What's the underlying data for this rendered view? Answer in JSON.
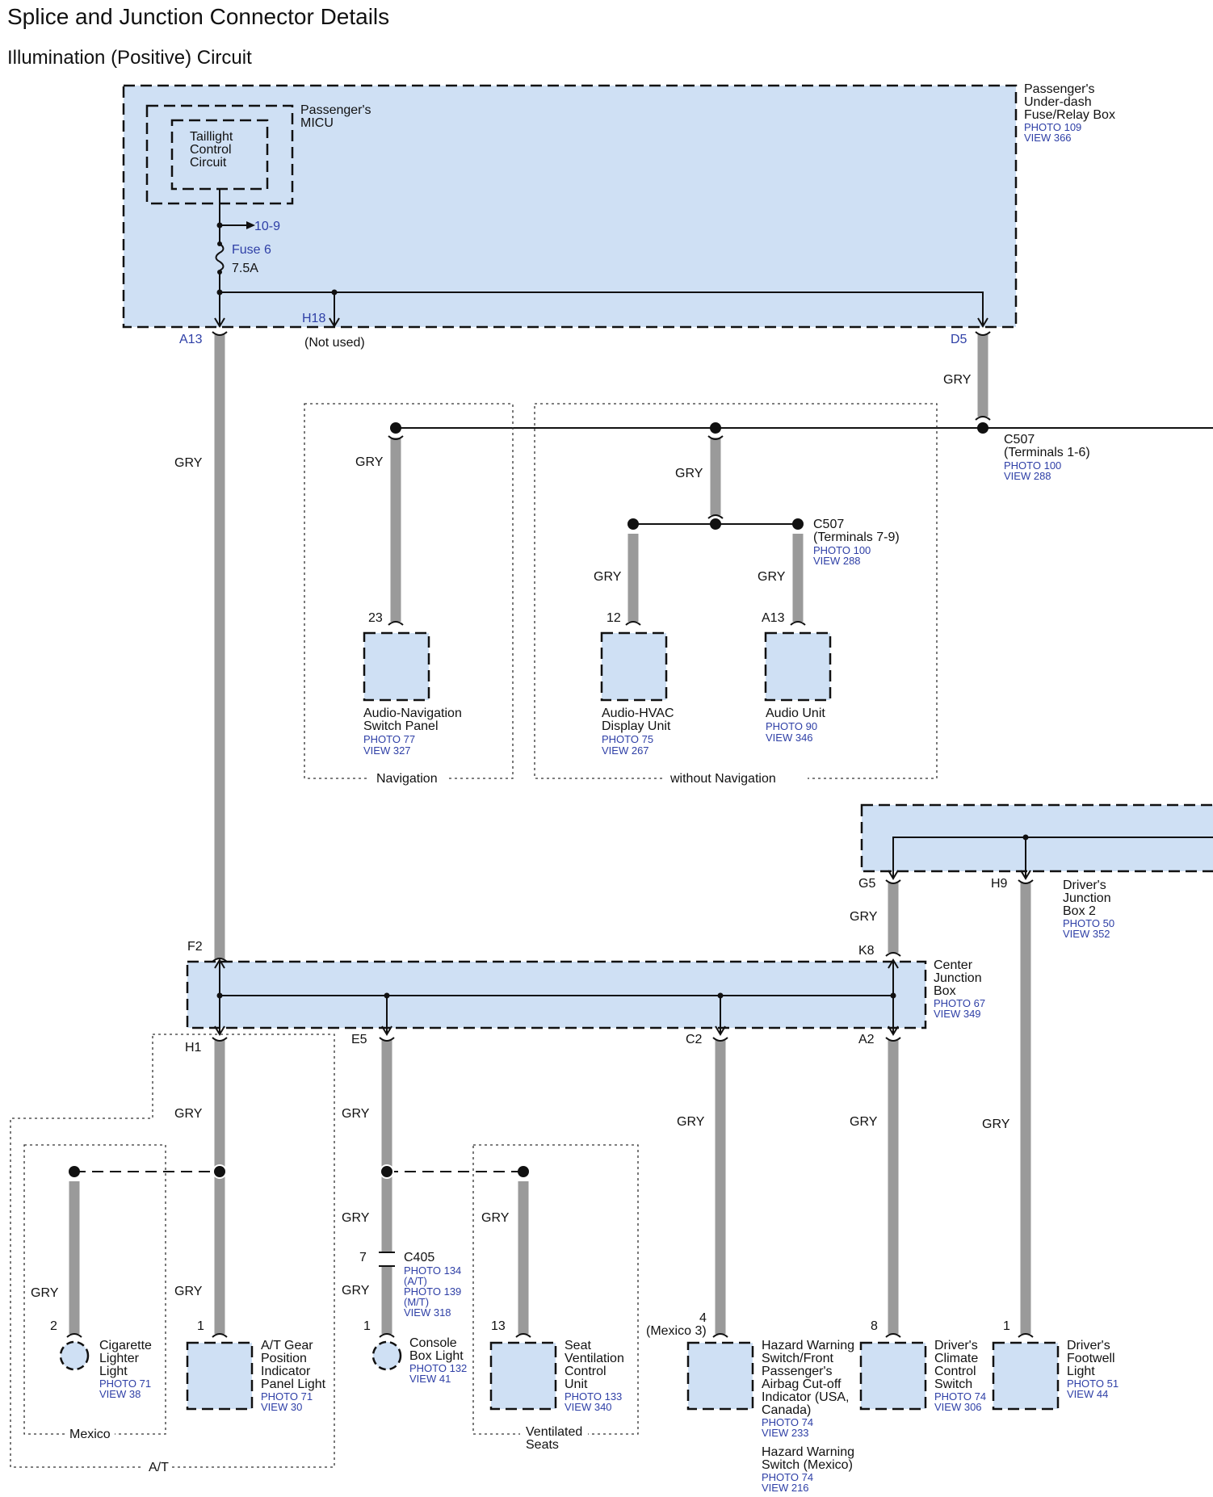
{
  "page": {
    "title": "Splice and Junction Connector Details",
    "subtitle": "Illumination (Positive) Circuit"
  },
  "upper": {
    "fuse_box": {
      "name": "Passenger's Under-dash Fuse/Relay Box",
      "lines": [
        "Passenger's",
        "Under-dash",
        "Fuse/Relay Box"
      ],
      "photo": "PHOTO 109",
      "view": "VIEW 366"
    },
    "micu": {
      "lines": [
        "Passenger's",
        "MICU"
      ]
    },
    "taillight": {
      "lines": [
        "Taillight",
        "Control",
        "Circuit"
      ]
    },
    "ref": "10-9",
    "fuse": {
      "name": "Fuse 6",
      "rating": "7.5A"
    },
    "pins": {
      "a13": "A13",
      "h18": "H18",
      "not_used": "(Not used)",
      "d5": "D5"
    }
  },
  "c507a": {
    "lines": [
      "C507",
      "(Terminals 1-6)"
    ],
    "photo": "PHOTO 100",
    "view": "VIEW 288"
  },
  "c507b": {
    "lines": [
      "C507",
      "(Terminals 7-9)"
    ],
    "photo": "PHOTO 100",
    "view": "VIEW 288"
  },
  "wire_color": "GRY",
  "nav": {
    "group_label": "Navigation",
    "pin": "23",
    "unit": {
      "lines": [
        "Audio-Navigation",
        "Switch Panel"
      ],
      "photo": "PHOTO 77",
      "view": "VIEW 327"
    }
  },
  "no_nav": {
    "group_label": "without Navigation",
    "hvac": {
      "pin": "12",
      "lines": [
        "Audio-HVAC",
        "Display Unit"
      ],
      "photo": "PHOTO 75",
      "view": "VIEW 267"
    },
    "audio": {
      "pin": "A13",
      "lines": [
        "Audio Unit"
      ],
      "photo": "PHOTO 90",
      "view": "VIEW 346"
    }
  },
  "djb2": {
    "lines": [
      "Driver's",
      "Junction",
      "Box 2"
    ],
    "photo": "PHOTO 50",
    "view": "VIEW 352",
    "pin_g5": "G5",
    "pin_h9": "H9"
  },
  "cjb": {
    "lines": [
      "Center",
      "Junction",
      "Box"
    ],
    "photo": "PHOTO 67",
    "view": "VIEW 349",
    "pin_f2": "F2",
    "pin_k8": "K8",
    "pin_h1": "H1",
    "pin_e5": "E5",
    "pin_c2": "C2",
    "pin_a2": "A2"
  },
  "c405": {
    "name": "C405",
    "pin": "7",
    "lines": [
      "PHOTO 134",
      "(A/T)",
      "PHOTO 139",
      "(M/T)",
      "VIEW 318"
    ]
  },
  "groups": {
    "mexico": "Mexico",
    "at": "A/T",
    "vent": [
      "Ventilated",
      "Seats"
    ]
  },
  "components": [
    {
      "pin": "2",
      "lines": [
        "Cigarette",
        "Lighter",
        "Light"
      ],
      "photo": "PHOTO 71",
      "view": "VIEW 38"
    },
    {
      "pin": "1",
      "lines": [
        "A/T Gear",
        "Position",
        "Indicator",
        "Panel Light"
      ],
      "photo": "PHOTO 71",
      "view": "VIEW 30"
    },
    {
      "pin": "1",
      "lines": [
        "Console",
        "Box Light"
      ],
      "photo": "PHOTO 132",
      "view": "VIEW 41"
    },
    {
      "pin": "13",
      "lines": [
        "Seat",
        "Ventilation",
        "Control",
        "Unit"
      ],
      "photo": "PHOTO 133",
      "view": "VIEW 340"
    },
    {
      "pin": "4",
      "pin_note": "(Mexico 3)",
      "lines": [
        "Hazard Warning",
        "Switch/Front",
        "Passenger's",
        "Airbag Cut-off",
        "Indicator (USA,",
        "Canada)"
      ],
      "photo": "PHOTO 74",
      "view": "VIEW 233",
      "alt": {
        "lines": [
          "Hazard Warning",
          "Switch (Mexico)"
        ],
        "photo": "PHOTO 74",
        "view": "VIEW 216"
      }
    },
    {
      "pin": "8",
      "lines": [
        "Driver's",
        "Climate",
        "Control",
        "Switch"
      ],
      "photo": "PHOTO 74",
      "view": "VIEW 306"
    },
    {
      "pin": "1",
      "lines": [
        "Driver's",
        "Footwell",
        "Light"
      ],
      "photo": "PHOTO 51",
      "view": "VIEW 44"
    }
  ]
}
